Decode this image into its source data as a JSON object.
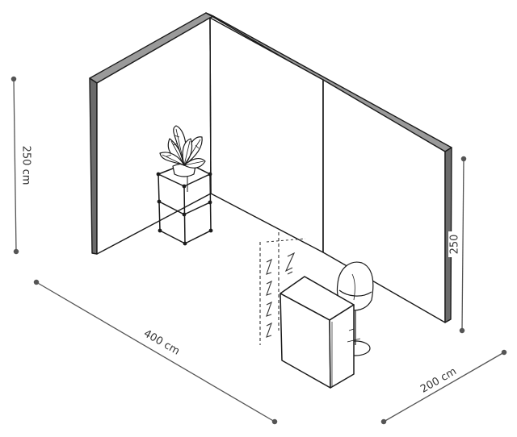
{
  "dimensions": {
    "height_left": "250 cm",
    "height_right": "250",
    "width": "400 cm",
    "depth": "200 cm"
  },
  "colors": {
    "line": "#1a1a1a",
    "wall_face": "#ffffff",
    "wall_edge": "#6b6b6b",
    "dimension_line": "#555555",
    "dimension_dot": "#555555"
  },
  "objects": [
    "booth-walls",
    "shelf-unit",
    "potted-plant",
    "counter",
    "bar-stool",
    "brochure-rack"
  ]
}
